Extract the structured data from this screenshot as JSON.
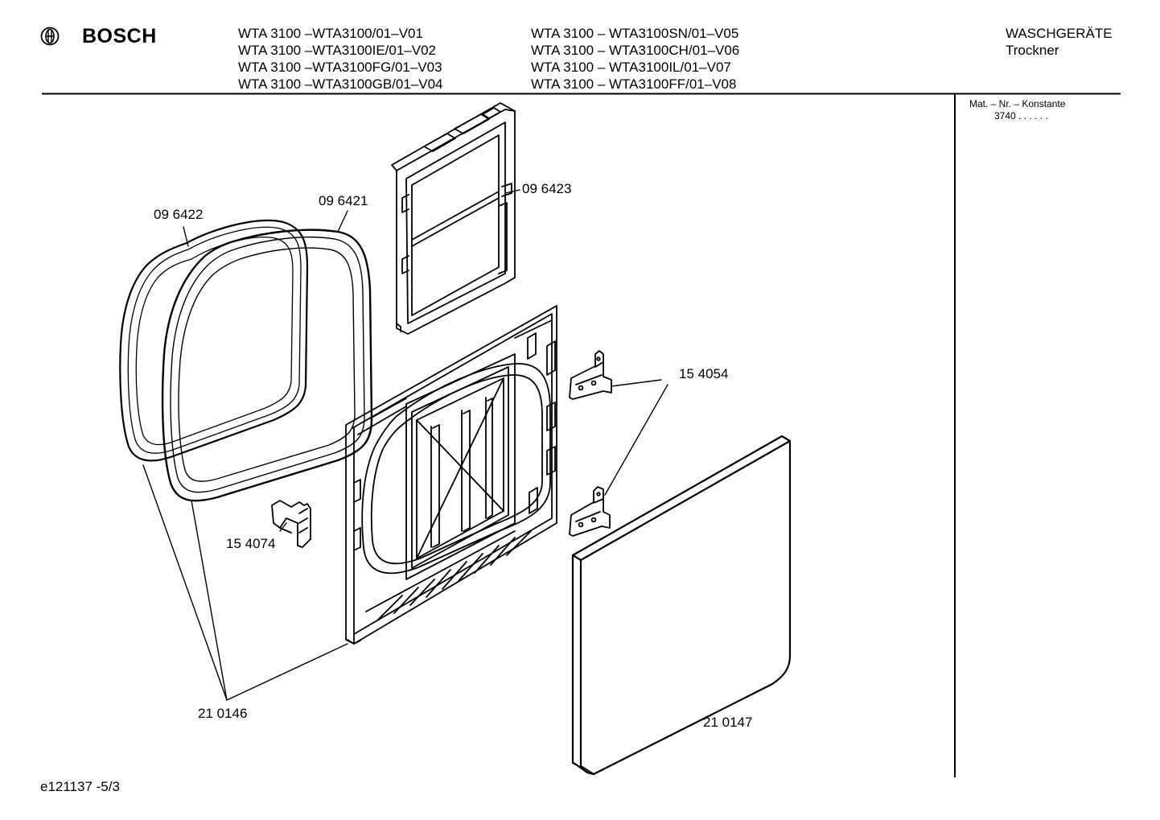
{
  "header": {
    "brand": "BOSCH",
    "logo_icon": "bosch-armature-logo",
    "models_col1": [
      "WTA 3100 –WTA3100/01–V01",
      "WTA 3100 –WTA3100IE/01–V02",
      "WTA 3100 –WTA3100FG/01–V03",
      "WTA 3100 –WTA3100GB/01–V04"
    ],
    "models_col2": [
      "WTA 3100 – WTA3100SN/01–V05",
      "WTA 3100 – WTA3100CH/01–V06",
      "WTA 3100 – WTA3100IL/01–V07",
      "WTA 3100 – WTA3100FF/01–V08"
    ],
    "category": "WASCHGERÄTE",
    "subcategory": "Trockner"
  },
  "side_panel": {
    "mat_label": "Mat. – Nr. – Konstante",
    "mat_value": "3740  .   .    .   .   .   ."
  },
  "parts": {
    "p1": "09 6422",
    "p2": "09 6421",
    "p3": "09 6423",
    "p4": "15 4054",
    "p5": "15 4074",
    "p6": "21 0146",
    "p7": "21 0147"
  },
  "footer": {
    "drawing_id": "e121137 -5/3"
  }
}
